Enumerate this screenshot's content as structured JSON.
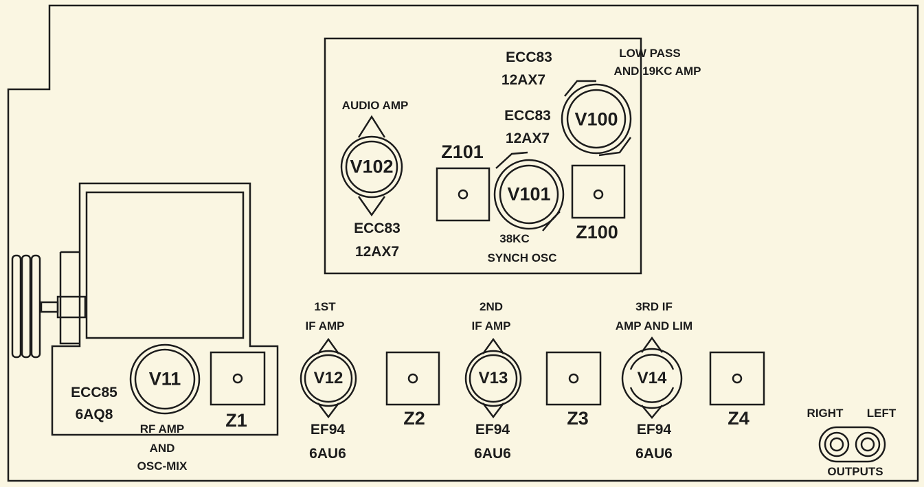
{
  "tubes": {
    "v11": {
      "id": "V11",
      "types": [
        "ECC85",
        "6AQ8"
      ],
      "function": [
        "RF AMP",
        "AND",
        "OSC-MIX"
      ]
    },
    "v12": {
      "id": "V12",
      "types": [
        "EF94",
        "6AU6"
      ],
      "function": [
        "1ST",
        "IF AMP"
      ]
    },
    "v13": {
      "id": "V13",
      "types": [
        "EF94",
        "6AU6"
      ],
      "function": [
        "2ND",
        "IF AMP"
      ]
    },
    "v14": {
      "id": "V14",
      "types": [
        "EF94",
        "6AU6"
      ],
      "function": [
        "3RD IF",
        "AMP AND LIM"
      ]
    },
    "v100": {
      "id": "V100",
      "types": [
        "ECC83",
        "12AX7"
      ],
      "function": [
        "LOW PASS",
        "AND 19KC AMP"
      ]
    },
    "v101": {
      "id": "V101",
      "types": [
        "ECC83",
        "12AX7"
      ],
      "function": [
        "38KC",
        "SYNCH OSC"
      ]
    },
    "v102": {
      "id": "V102",
      "types": [
        "ECC83",
        "12AX7"
      ],
      "function": [
        "AUDIO AMP"
      ]
    }
  },
  "transformers": {
    "z1": "Z1",
    "z2": "Z2",
    "z3": "Z3",
    "z4": "Z4",
    "z100": "Z100",
    "z101": "Z101"
  },
  "outputs": {
    "title": "OUTPUTS",
    "right": "RIGHT",
    "left": "LEFT"
  }
}
